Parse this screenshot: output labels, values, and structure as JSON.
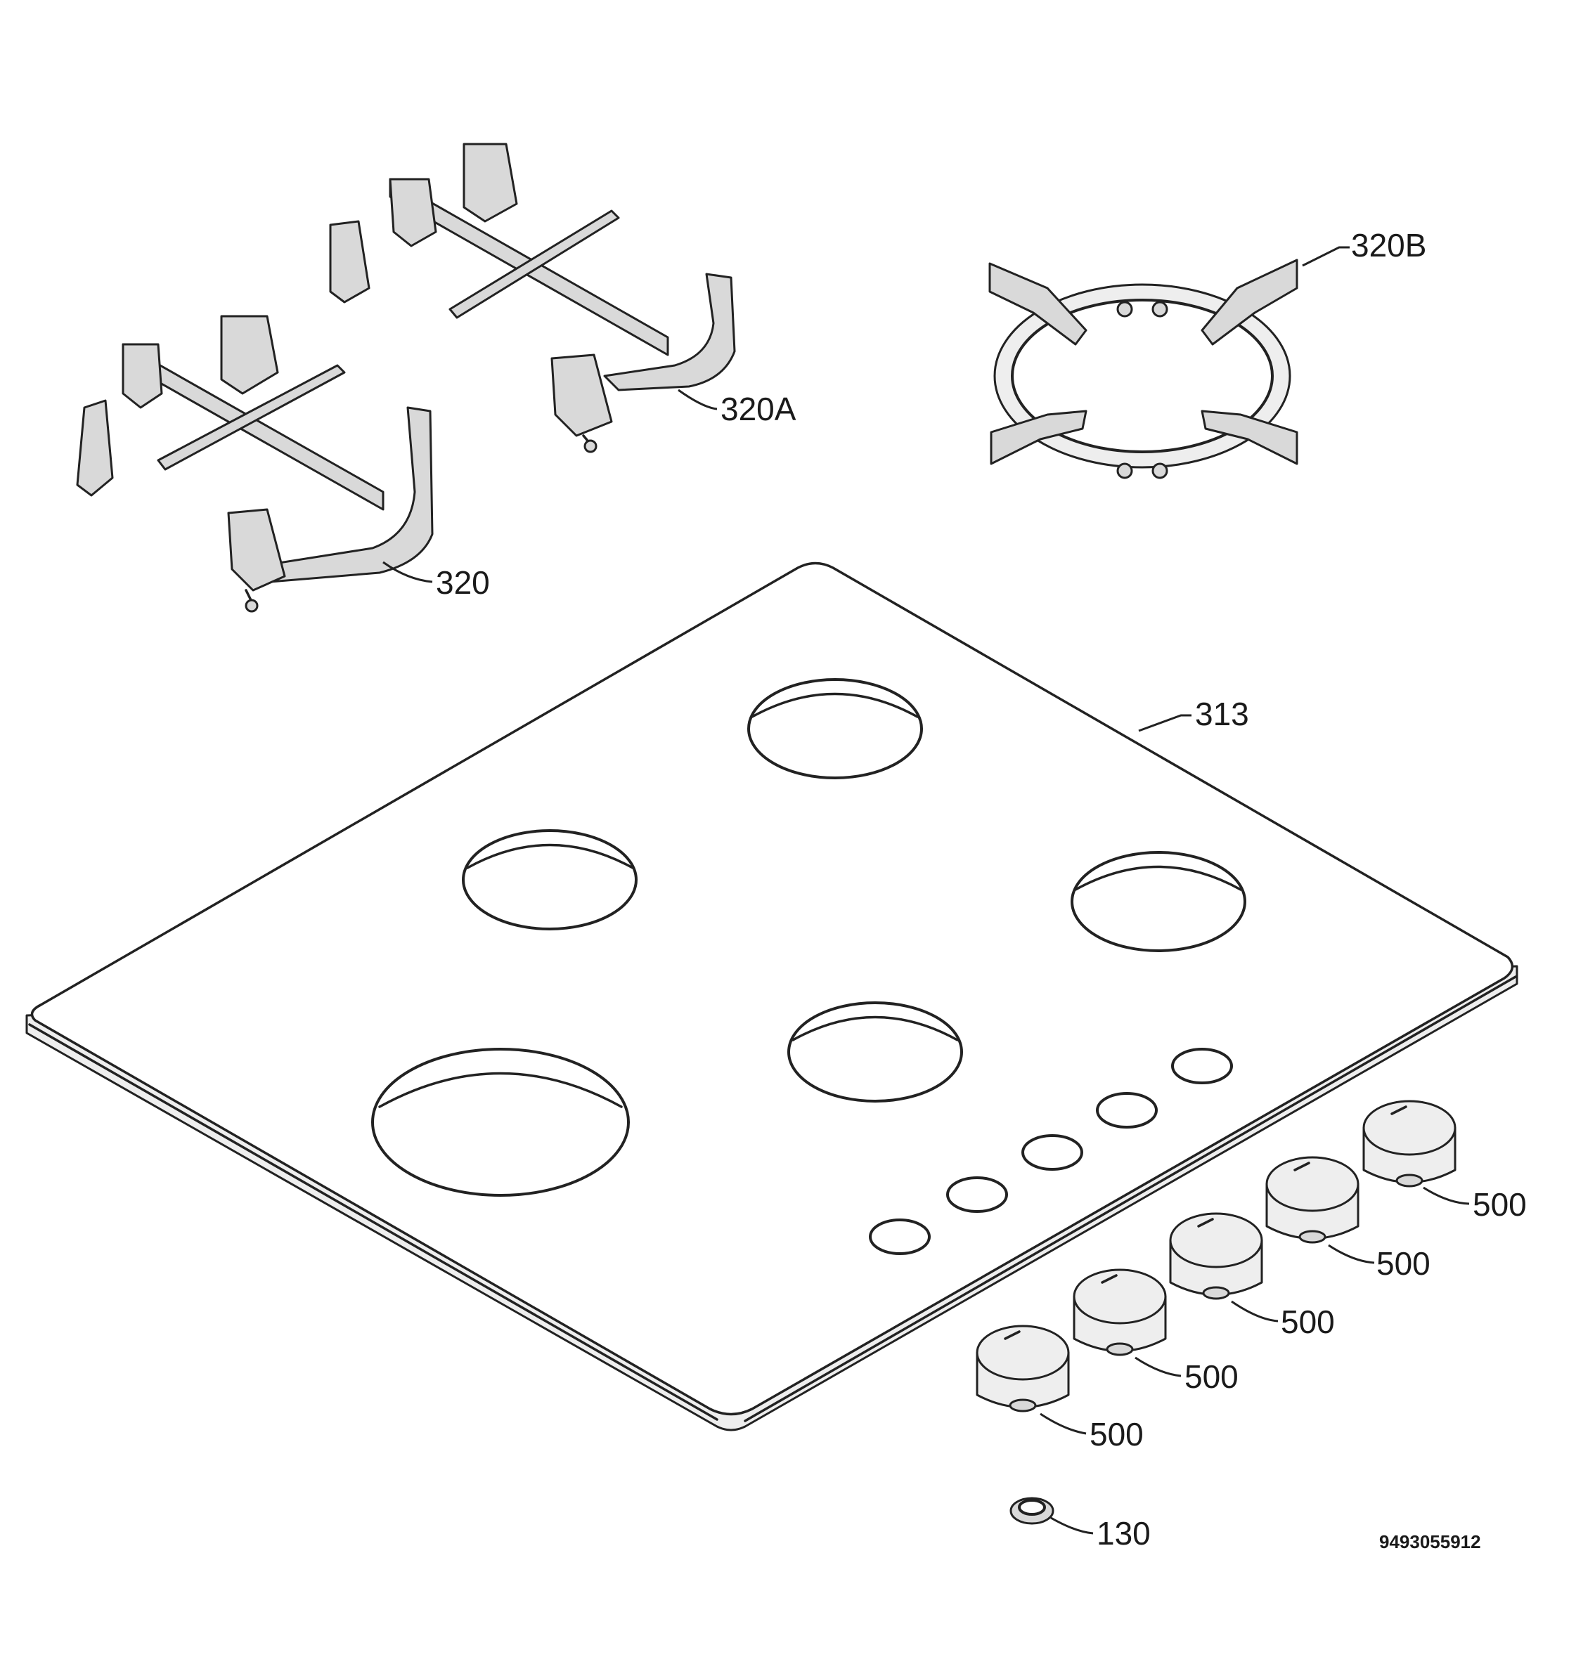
{
  "document_number": "9493055912",
  "callouts": {
    "pan_support_left": "320",
    "pan_support_middle": "320A",
    "pan_support_wok": "320B",
    "hob_top": "313",
    "knob_1": "500",
    "knob_2": "500",
    "knob_3": "500",
    "knob_4": "500",
    "knob_5": "500",
    "spring_ring": "130"
  }
}
